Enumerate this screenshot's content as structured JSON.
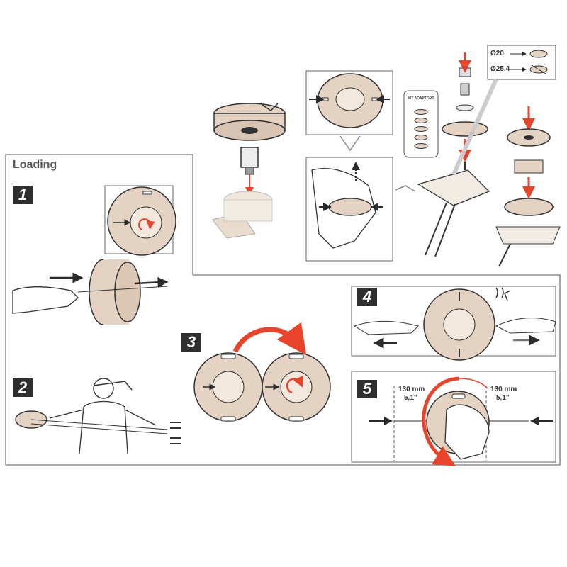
{
  "section_title": "Loading",
  "steps": {
    "s1": "1",
    "s2": "2",
    "s3": "3",
    "s4": "4",
    "s5": "5"
  },
  "diameters": {
    "d20": "Ø20",
    "d25": "Ø25,4"
  },
  "kit_label": "KIT ADAPTORS",
  "measure": {
    "left_mm": "130 mm",
    "left_in": "5,1\"",
    "right_mm": "130 mm",
    "right_in": "5,1\""
  },
  "colors": {
    "accent": "#e8442c",
    "ink": "#2a2a2a",
    "spool": "#e4d2c3"
  }
}
